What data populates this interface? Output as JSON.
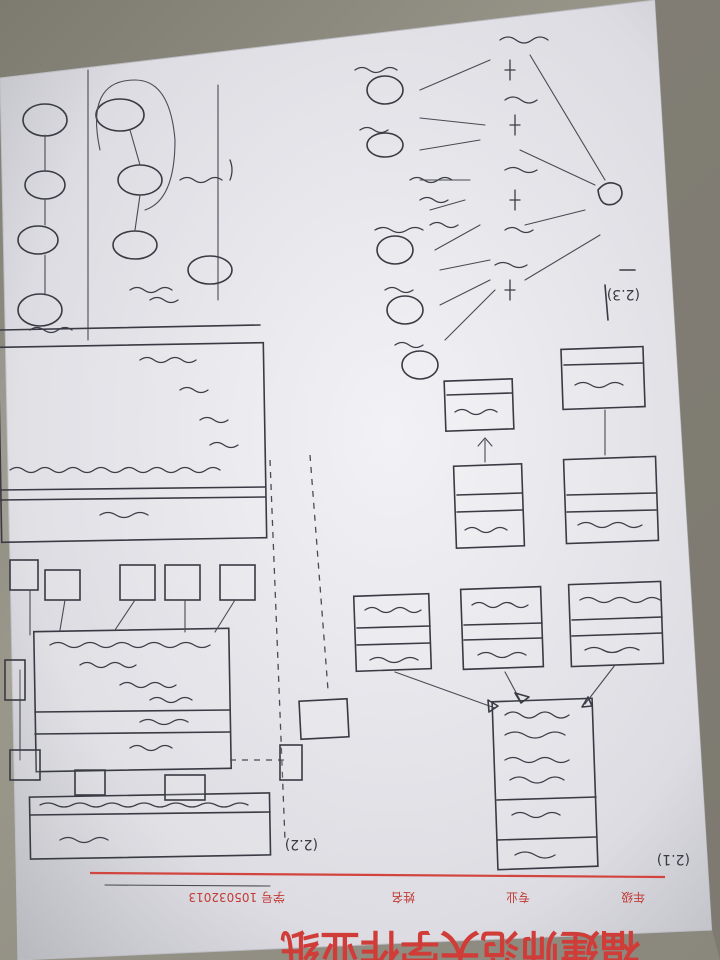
{
  "photo": {
    "subject": "handwritten",
    "paper_color": "#e9e9ef",
    "ink_color": "#3a3a44",
    "accent_color": "#d2453f"
  },
  "header": {
    "university_title": "福建师范大学作业纸",
    "fields": [
      "年级",
      "专业",
      "姓名",
      "学号 105032013"
    ]
  },
  "labels": {
    "fig1": "(2.1)",
    "fig2": "(2.2)",
    "fig3": "(2.3)"
  }
}
